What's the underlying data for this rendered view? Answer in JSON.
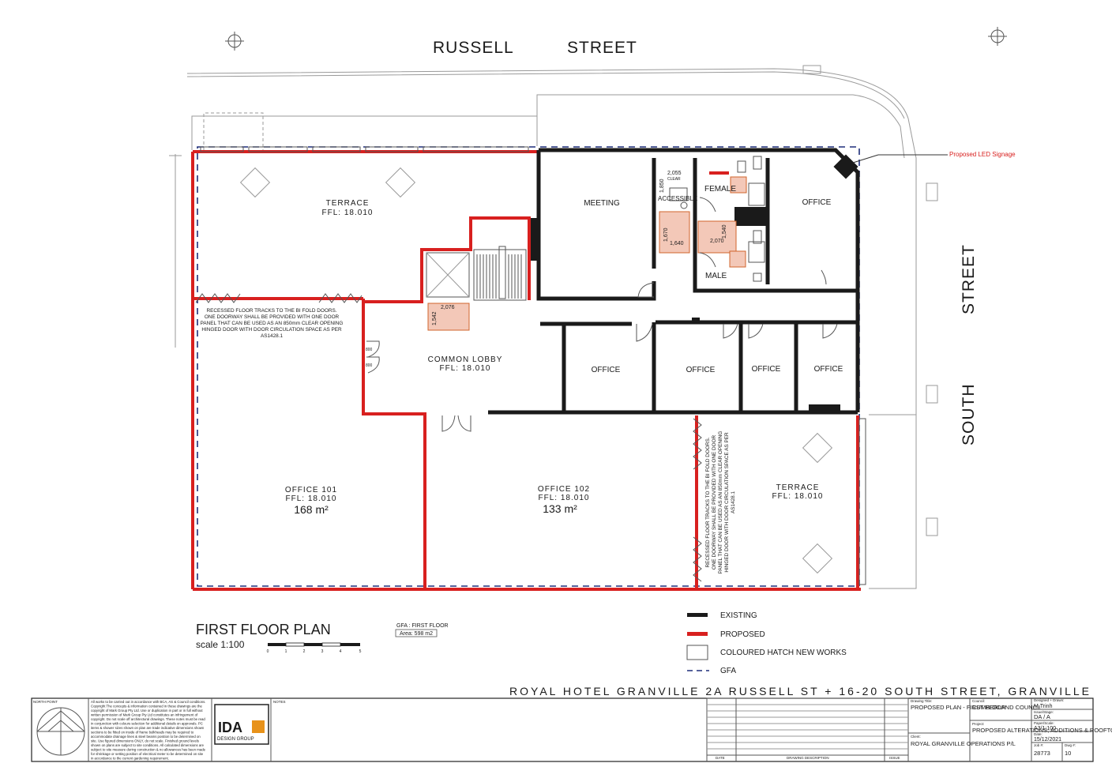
{
  "streets": {
    "north_1": "RUSSELL",
    "north_2": "STREET",
    "east_1": "STREET",
    "east_2": "SOUTH"
  },
  "signage": "Proposed LED Signage",
  "rooms": {
    "terrace_nw": "TERRACE",
    "terrace_nw_ffl": "FFL: 18.010",
    "meeting": "MEETING",
    "office_ne": "OFFICE",
    "female": "FEMALE",
    "male": "MALE",
    "accessible": "ACCESSIBLE",
    "common_lobby": "COMMON LOBBY",
    "common_lobby_ffl": "FFL: 18.010",
    "office_a": "OFFICE",
    "office_b": "OFFICE",
    "office_c": "OFFICE",
    "office_d": "OFFICE",
    "office_101": "OFFICE 101",
    "office_101_ffl": "FFL: 18.010",
    "office_101_area": "168 m²",
    "office_102": "OFFICE 102",
    "office_102_ffl": "FFL: 18.010",
    "office_102_area": "133 m²",
    "terrace_se": "TERRACE",
    "terrace_se_ffl": "FFL: 18.010"
  },
  "dims": {
    "d2055": "2,055",
    "clear": "CLEAR",
    "d1850": "1,850",
    "d1670": "1,670",
    "d1640": "1,640",
    "d1540": "1,540",
    "d2070": "2,070",
    "d2076": "2,076",
    "d1542": "1,542",
    "d800a": "800",
    "d800b": "800"
  },
  "notes": {
    "bifold_line1": "RECESSED FLOOR TRACKS TO THE BI FOLD DOORS.",
    "bifold_line2": "ONE DOORWAY SHALL BE PROVIDED WITH ONE DOOR",
    "bifold_line3": "PANEL THAT CAN BE USED AS AN 850mm CLEAR OPENING",
    "bifold_line4": "HINGED DOOR WITH DOOR CIRCULATION SPACE AS PER",
    "bifold_line5": "AS1428.1"
  },
  "plan_title": "FIRST FLOOR PLAN",
  "scale": "scale 1:100",
  "scale_ticks": [
    "0",
    "1",
    "2",
    "3",
    "4",
    "5"
  ],
  "gfa_box": {
    "title": "GFA : FIRST FLOOR",
    "area": "Area: 598 m2"
  },
  "legend": [
    {
      "label": "EXISTING",
      "color": "#1a1a1a"
    },
    {
      "label": "PROPOSED",
      "color": "#d8201f"
    },
    {
      "label": "COLOURED HATCH NEW WORKS",
      "color": "#ffffff"
    },
    {
      "label": "GFA",
      "color": "#1f2f7a"
    }
  ],
  "project_banner": "ROYAL HOTEL GRANVILLE 2A RUSSELL ST + 16-20 SOUTH STREET, GRANVILLE",
  "title_block": {
    "north_point": "NORTH POINT",
    "notes_lines": [
      "All works to be carried out in accordance with BCA, AS & Council conditions.",
      "Copyright The concepts & information contained in these drawings are the",
      "copyright of Mark Group Pty Ltd. Use or duplication in part or in full without",
      "written permission of Mark Group Pty Ltd constitutes an infringement of",
      "copyright. Do not scale off architectural drawings. These notes must be read",
      "in conjunction with colours selection for additional details on approvals. PC",
      "items & shower sizes shown on plan are trade indicative dimensions shown",
      "sections to be fitted on inside of frame bulkheads may be required to",
      "accommodate drainage lines & steel beams position to be determined on",
      "site. Use figured dimensions ONLY, do not scale. Finished ground levels",
      "shown on plans are subject to site conditions. All calculated dimensions are",
      "subject to site measure during construction & no allowances has been made",
      "for shrinkage or setting position of electrical meter to be determined on site",
      "in accordance to the current gardening requirement."
    ],
    "company": "IDA",
    "company_sub": "DESIGN GROUP",
    "notes_header": "NOTES",
    "date_header": "DATE",
    "drawing_desc_header": "DRAWING DESCRIPTION",
    "issue_header": "ISSUE",
    "drawing_title_label": "Drawing Title:",
    "drawing_title": "PROPOSED PLAN - FIRST FLOOR",
    "council_label": "Council:",
    "council": "CUMBERLAND COUNCIL",
    "client_label": "Client:",
    "client": "ROYAL GRANVILLE OPERATIONS P/L",
    "project_label": "Project:",
    "project": "PROPOSED ALTERATIONS, ADDITIONS & ROOFTOP",
    "designed_label": "Designed + Drawn:",
    "designed": "M.Trinh",
    "issue_stage_label": "Issue/Stage:",
    "issue_stage": "DA / A",
    "paper_label": "Paper/Scale:",
    "paper": "A3/1:100",
    "date_label": "Date:",
    "date": "15/12/2021",
    "job_label": "Job #:",
    "job": "28773",
    "dwg_label": "Dwg #:",
    "dwg": "10"
  }
}
